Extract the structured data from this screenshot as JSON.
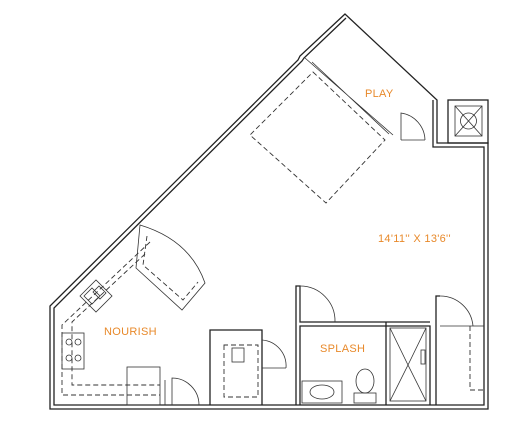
{
  "rooms": {
    "play": "PLAY",
    "main": "14'11'' X 13'6''",
    "nourish": "NOURISH",
    "splash": "SPLASH"
  },
  "colors": {
    "label": "#e8892a",
    "wall": "#222222",
    "background": "#ffffff"
  }
}
